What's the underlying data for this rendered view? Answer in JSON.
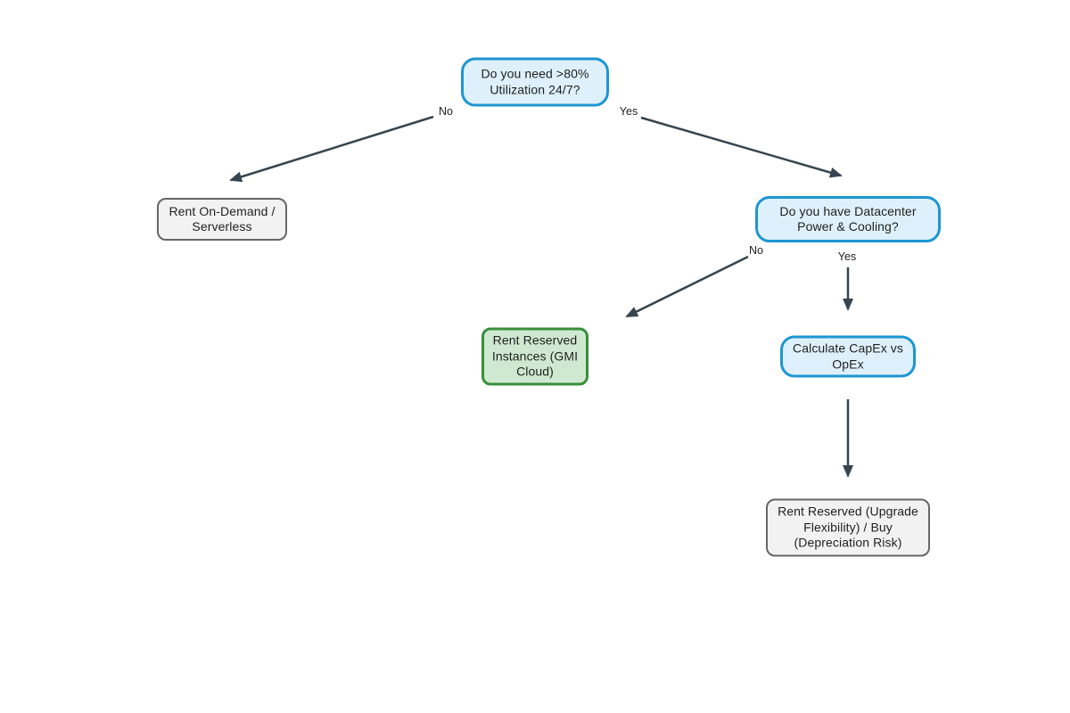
{
  "diagram": {
    "type": "flowchart",
    "nodes": [
      {
        "id": "q-utilization",
        "kind": "decision",
        "label": "Do you need >80%\nUtilization 24/7?",
        "fill": "#def0fb",
        "border": "#1d96d2"
      },
      {
        "id": "rent-on-demand",
        "kind": "outcome",
        "label": "Rent On-Demand /\nServerless",
        "fill": "#f2f2f2",
        "border": "#666666"
      },
      {
        "id": "q-datacenter",
        "kind": "decision",
        "label": "Do you have Datacenter\nPower & Cooling?",
        "fill": "#def0fb",
        "border": "#1d96d2"
      },
      {
        "id": "rent-reserved-gmi",
        "kind": "outcome",
        "label": "Rent Reserved\nInstances (GMI\nCloud)",
        "fill": "#cfe9d0",
        "border": "#388e3c"
      },
      {
        "id": "calc-capex-opex",
        "kind": "process",
        "label": "Calculate CapEx vs\nOpEx",
        "fill": "#def0fb",
        "border": "#1d96d2"
      },
      {
        "id": "rent-or-buy",
        "kind": "outcome",
        "label": "Rent Reserved (Upgrade\nFlexibility) / Buy\n(Depreciation Risk)",
        "fill": "#f2f2f2",
        "border": "#666666"
      }
    ],
    "edges": [
      {
        "from": "q-utilization",
        "to": "rent-on-demand",
        "label": "No"
      },
      {
        "from": "q-utilization",
        "to": "q-datacenter",
        "label": "Yes"
      },
      {
        "from": "q-datacenter",
        "to": "rent-reserved-gmi",
        "label": "No"
      },
      {
        "from": "q-datacenter",
        "to": "calc-capex-opex",
        "label": "Yes"
      },
      {
        "from": "calc-capex-opex",
        "to": "rent-or-buy",
        "label": ""
      }
    ],
    "colors": {
      "arrow": "#36454f",
      "text": "#1f1f1f",
      "background": "#ffffff",
      "decision_fill": "#def0fb",
      "decision_border": "#1d96d2",
      "highlight_fill": "#cfe9d0",
      "highlight_border": "#388e3c",
      "outcome_fill": "#f2f2f2",
      "outcome_border": "#666666"
    }
  }
}
